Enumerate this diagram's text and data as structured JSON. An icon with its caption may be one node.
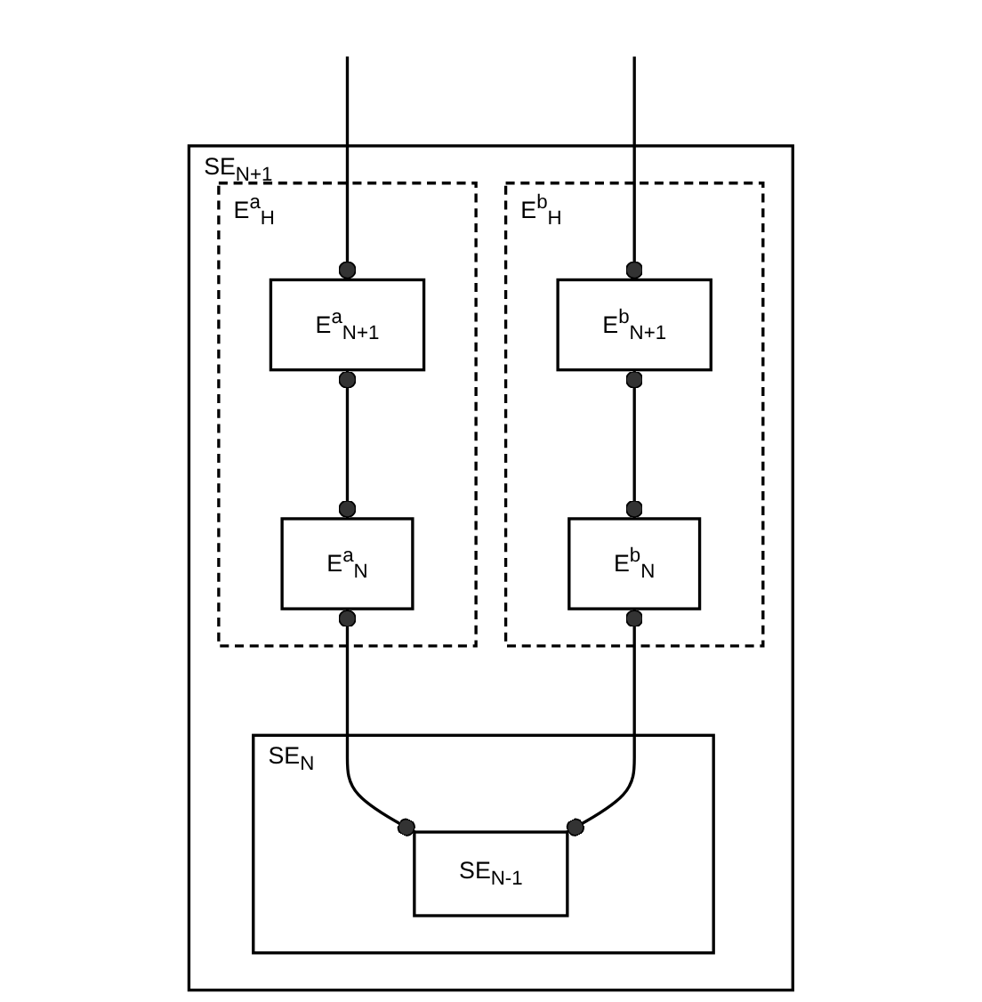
{
  "diagram": {
    "nodes": [
      {
        "text": [
          "SE$_{N+1}$"
        ]
      },
      {
        "text": [
          "E$^{a}$$_{H}$"
        ],
        "in": 0
      },
      {
        "text": [
          "E$^{a}$$_{N+1}$"
        ],
        "in": 1
      },
      {
        "text": [
          "E$^{b}$$_{H}$"
        ],
        "in": 0
      },
      {
        "text": [
          "E$^{b}$$_{N+1}$"
        ],
        "in": 3
      },
      {
        "text": [
          "SE$_{N}$"
        ],
        "in": 0
      },
      {
        "text": [
          "E$^{a}$$_{N}$"
        ],
        "in": 1
      },
      {
        "text": [
          "E$^{b}$$_{N}$"
        ],
        "in": 3
      },
      {
        "text": [
          "SE$_{N-1}$"
        ],
        "in": 5
      }
    ],
    "edges": [
      {
        "from": null,
        "to": 2,
        "arrow": "other"
      },
      {
        "from": 2,
        "to": 6,
        "arrow": "other"
      },
      {
        "from": 6,
        "to": 8,
        "arrow": "other"
      },
      {
        "from": null,
        "to": 4,
        "arrow": "other"
      },
      {
        "from": 4,
        "to": 7,
        "arrow": "other"
      },
      {
        "from": 7,
        "to": 8,
        "arrow": "other"
      }
    ]
  }
}
